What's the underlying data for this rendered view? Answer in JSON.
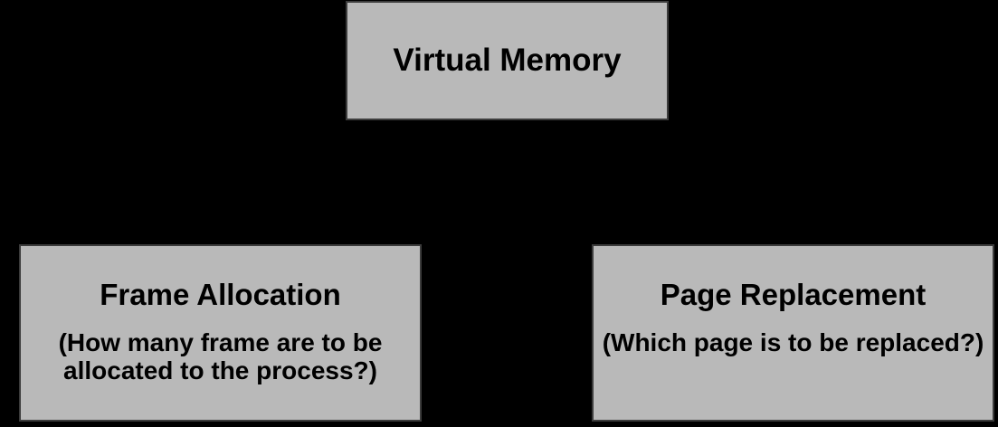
{
  "diagram": {
    "background_color": "#000000",
    "box_fill_color": "#b9b9b9",
    "box_border_color": "#3c3c3c",
    "text_color": "#000000",
    "root": {
      "title": "Virtual Memory"
    },
    "children": [
      {
        "title": "Frame Allocation",
        "subtitle": "(How many frame are to be allocated to the process?)"
      },
      {
        "title": "Page Replacement",
        "subtitle": "(Which page is to be replaced?)"
      }
    ]
  }
}
